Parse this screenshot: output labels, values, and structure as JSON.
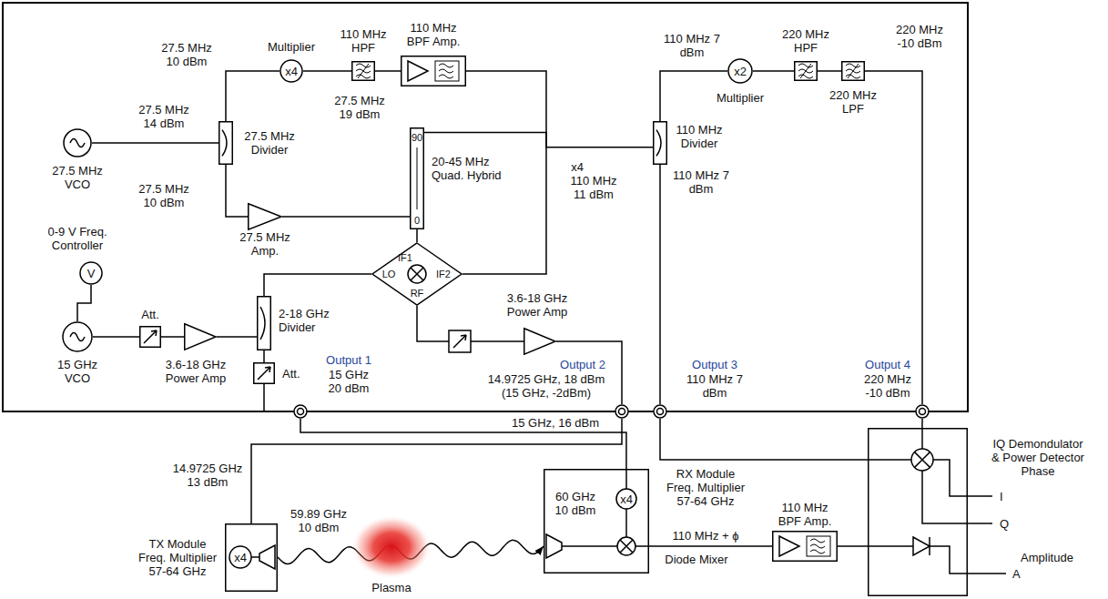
{
  "diagram": {
    "nodes": [
      {
        "text": [
          "27.5 MHz VCO"
        ]
      },
      {
        "text": [
          "27.5 MHz Divider"
        ]
      },
      {
        "text": [
          "x4",
          "Multiplier"
        ]
      },
      {
        "text": [
          "110 MHz HPF"
        ]
      },
      {
        "text": [
          "110 MHz BPF Amp."
        ]
      },
      {
        "text": [
          "110 MHz Divider"
        ]
      },
      {
        "text": [
          "x2",
          "Multiplier"
        ]
      },
      {
        "text": [
          "220 MHz HPF"
        ]
      },
      {
        "text": [
          "220 MHz LPF"
        ]
      },
      {
        "text": [
          "27.5 MHz Amp."
        ]
      },
      {
        "text": [
          "90",
          "0",
          "20-45 MHz Quad. Hybrid"
        ]
      },
      {
        "text": [
          "V",
          "0-9 V Freq. Controller"
        ]
      },
      {
        "text": [
          "15 GHz VCO"
        ]
      },
      {
        "text": [
          "Att."
        ]
      },
      {
        "text": [
          "3.6-18 GHz Power Amp"
        ]
      },
      {
        "text": [
          "2-18 GHz Divider"
        ]
      },
      {
        "text": [
          "LO",
          "IF1",
          "IF2",
          "RF"
        ]
      },
      {
        "text": [
          "3.6-18 GHz Power Amp"
        ]
      },
      {
        "text": [
          "Att."
        ]
      },
      {
        "text": [
          "Output 1",
          "15 GHz 20 dBm"
        ]
      },
      {
        "text": [
          "Output 2",
          "14.9725 GHz, 18 dBm (15 GHz, -2dBm)"
        ]
      },
      {
        "text": [
          "Output 3",
          "110 MHz 7 dBm"
        ]
      },
      {
        "text": [
          "Output 4",
          "220 MHz -10 dBm"
        ]
      },
      {
        "text": [
          "TX Module Freq. Multiplier 57-64 GHz",
          "x4"
        ]
      },
      {
        "text": [
          "Plasma"
        ]
      },
      {
        "text": [
          "RX Module Freq. Multiplier 57-64 GHz",
          "x4",
          "60 GHz 10 dBm"
        ]
      },
      {
        "text": [
          "110 MHz BPF Amp."
        ]
      },
      {
        "text": [
          "IQ Demondulator & Power Detector Phase"
        ]
      }
    ],
    "edges": [
      {
        "from": 0,
        "to": 1,
        "arrow": "none"
      },
      {
        "from": 1,
        "to": 2,
        "arrow": "none"
      },
      {
        "from": 1,
        "to": 9,
        "arrow": "none"
      },
      {
        "from": 2,
        "to": 3,
        "arrow": "none"
      },
      {
        "from": 3,
        "to": 4,
        "arrow": "none"
      },
      {
        "from": 4,
        "to": 5,
        "arrow": "none"
      },
      {
        "from": 5,
        "to": 6,
        "arrow": "none"
      },
      {
        "from": 6,
        "to": 7,
        "arrow": "none"
      },
      {
        "from": 7,
        "to": 8,
        "arrow": "none"
      },
      {
        "from": 8,
        "to": 22,
        "arrow": "none"
      },
      {
        "from": 5,
        "to": 21,
        "arrow": "none"
      },
      {
        "from": 9,
        "to": 10,
        "arrow": "none"
      },
      {
        "from": 10,
        "to": 16,
        "arrow": "none"
      },
      {
        "from": 10,
        "to": 16,
        "arrow": "none"
      },
      {
        "from": 11,
        "to": 12,
        "arrow": "none"
      },
      {
        "from": 12,
        "to": 13,
        "arrow": "none"
      },
      {
        "from": 13,
        "to": 14,
        "arrow": "none"
      },
      {
        "from": 14,
        "to": 15,
        "arrow": "none"
      },
      {
        "from": 15,
        "to": 16,
        "arrow": "none"
      },
      {
        "from": 15,
        "to": 18,
        "arrow": "none"
      },
      {
        "from": 18,
        "to": 19,
        "arrow": "none"
      },
      {
        "from": 16,
        "to": 17,
        "arrow": "none"
      },
      {
        "from": 17,
        "to": 20,
        "arrow": "none"
      },
      {
        "from": 19,
        "to": 25,
        "label": "15 GHz, 16 dBm",
        "arrow": "none"
      },
      {
        "from": 20,
        "to": 23,
        "label": "14.9725 GHz 13 dBm",
        "arrow": "none"
      },
      {
        "from": 23,
        "to": 25,
        "label": "59.89 GHz 10 dBm",
        "arrow": "to"
      },
      {
        "from": 25,
        "to": 26,
        "label": "110 MHz + ϕ",
        "arrow": "none"
      },
      {
        "from": 26,
        "to": 27,
        "arrow": "none"
      },
      {
        "from": 22,
        "to": 27,
        "arrow": "none"
      },
      {
        "from": 21,
        "to": 27,
        "arrow": "none"
      }
    ],
    "labels": [
      "27.5 MHz 10 dBm",
      "27.5 MHz 14 dBm",
      "27.5 MHz 10 dBm",
      "27.5 MHz 19 dBm",
      "110 MHz 7 dBm",
      "x4",
      "110 MHz 11 dBm",
      "110 MHz 7 dBm",
      "220 MHz -10 dBm",
      "Diode Mixer",
      "I",
      "Q",
      "Amplitude",
      "A"
    ]
  }
}
